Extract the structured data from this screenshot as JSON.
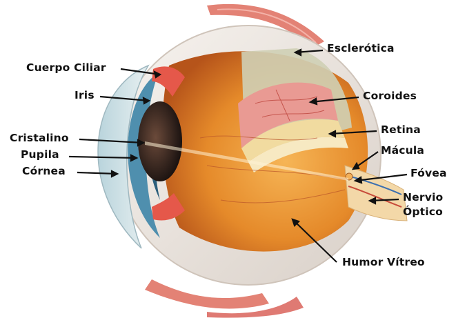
{
  "labels": {
    "cuerpo_ciliar": "Cuerpo Ciliar",
    "iris": "Iris",
    "cristalino": "Cristalino",
    "pupila": "Pupila",
    "cornea": "Córnea",
    "esclerotica": "Esclerótica",
    "coroides": "Coroides",
    "retina": "Retina",
    "macula": "Mácula",
    "fovea": "Fóvea",
    "nervio_line1": "Nervio",
    "nervio_line2": "Óptico",
    "humor_vitreo": "Humor Vítreo"
  },
  "colors": {
    "sclera": "#efe9e3",
    "vitreous": "#e8912e",
    "choroid": "#e99a93",
    "retina": "#f1dba0",
    "iris": "#4f8fae",
    "muscle": "#de6a5c",
    "leader": "#111111"
  }
}
